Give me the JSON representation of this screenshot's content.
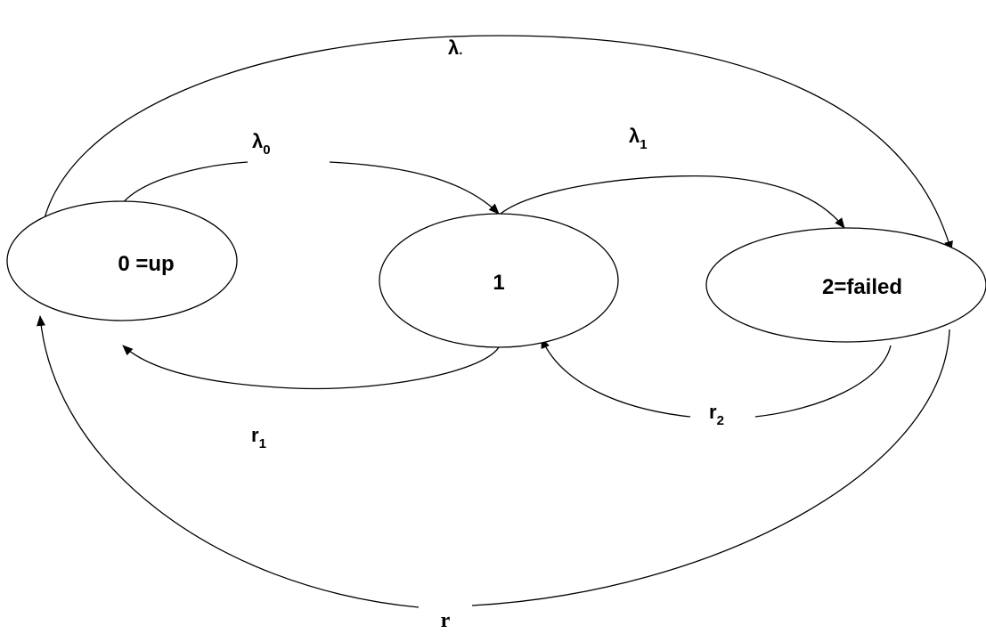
{
  "states": {
    "s0": {
      "label": "0 =up"
    },
    "s1": {
      "label": "1"
    },
    "s2": {
      "label": "2=failed"
    }
  },
  "edges": {
    "lambda_dot": {
      "symbol": "λ",
      "suffix": "."
    },
    "lambda_0": {
      "symbol": "λ",
      "subscript": "0"
    },
    "lambda_1": {
      "symbol": "λ",
      "subscript": "1"
    },
    "r_1": {
      "symbol": "r",
      "subscript": "1"
    },
    "r_2": {
      "symbol": "r",
      "subscript": "2"
    },
    "r": {
      "symbol": "r"
    }
  },
  "colors": {
    "stroke": "#000000",
    "background": "#ffffff"
  }
}
